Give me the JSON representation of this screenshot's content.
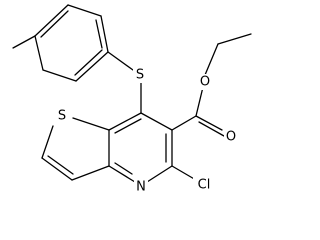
{
  "atoms": {
    "sulfur_thioether": "S",
    "sulfur_thiophene": "S",
    "oxygen_ether": "O",
    "oxygen_carbonyl": "O",
    "nitrogen": "N",
    "chlorine": "Cl"
  }
}
